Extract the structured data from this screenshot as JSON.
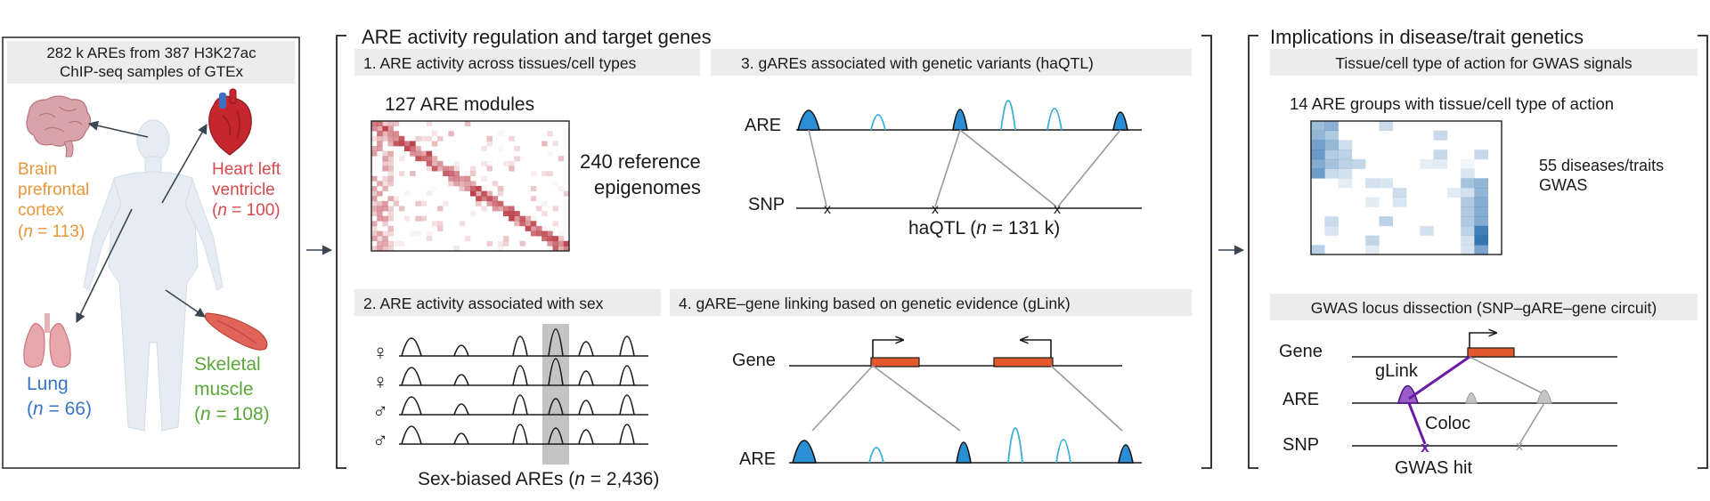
{
  "colors": {
    "are_peak": "#2b8fd6",
    "are_peak_outline": "#1f7ec2",
    "gene_box": "#e25a2c",
    "purple": "#6a1aa6",
    "heat_red": "#b8343f",
    "heat_blue": "#1b64a8",
    "orange_label": "#e8963a",
    "red_label": "#d8484c",
    "blue_label": "#3a74c9",
    "green_label": "#5aa83a",
    "gray_box": "#ececec"
  },
  "left_panel": {
    "title_line1": "282 k AREs from 387 H3K27ac",
    "title_line2": "ChIP-seq samples of GTEx",
    "brain": {
      "line1": "Brain",
      "line2": "prefrontal",
      "line3": "cortex",
      "n_label": "n",
      "n_value": " = 113)",
      "open_paren": "("
    },
    "heart": {
      "line1": "Heart left",
      "line2": "ventricle",
      "n_label": "n",
      "n_value": " = 100)",
      "open_paren": "("
    },
    "lung": {
      "line1": "Lung",
      "n_label": "n",
      "n_value": " = 66)",
      "open_paren": "("
    },
    "muscle": {
      "line1": "Skeletal",
      "line2": "muscle",
      "n_label": "n",
      "n_value": " = 108)",
      "open_paren": "("
    }
  },
  "middle_section": {
    "title": "ARE activity regulation and target genes",
    "panel1": {
      "header": "1. ARE activity across tissues/cell types",
      "modules": "127 ARE modules",
      "ref_line1": "240 reference",
      "ref_line2": "epigenomes"
    },
    "panel2": {
      "header": "2. ARE activity associated with sex",
      "caption_pre": "Sex-biased AREs (",
      "n_label": "n",
      "caption_post": " = 2,436)",
      "female_symbol": "♀",
      "male_symbol": "♂"
    },
    "panel3": {
      "header": "3. gAREs associated with genetic variants (haQTL)",
      "are_label": "ARE",
      "snp_label": "SNP",
      "caption_pre": "haQTL (",
      "n_label": "n",
      "caption_post": " = 131 k)"
    },
    "panel4": {
      "header": "4. gARE–gene linking based on genetic evidence (gLink)",
      "gene_label": "Gene",
      "are_label": "ARE"
    }
  },
  "right_section": {
    "title": "Implications in disease/trait genetics",
    "panel1": {
      "header": "Tissue/cell type of action for GWAS signals",
      "groups": "14 ARE groups with tissue/cell type of action",
      "side_line1": "55 diseases/traits",
      "side_line2": "GWAS"
    },
    "panel2": {
      "header": "GWAS locus dissection (SNP–gARE–gene circuit)",
      "gene_label": "Gene",
      "are_label": "ARE",
      "snp_label": "SNP",
      "glink": "gLink",
      "coloc": "Coloc",
      "gwas_hit": "GWAS hit"
    }
  }
}
